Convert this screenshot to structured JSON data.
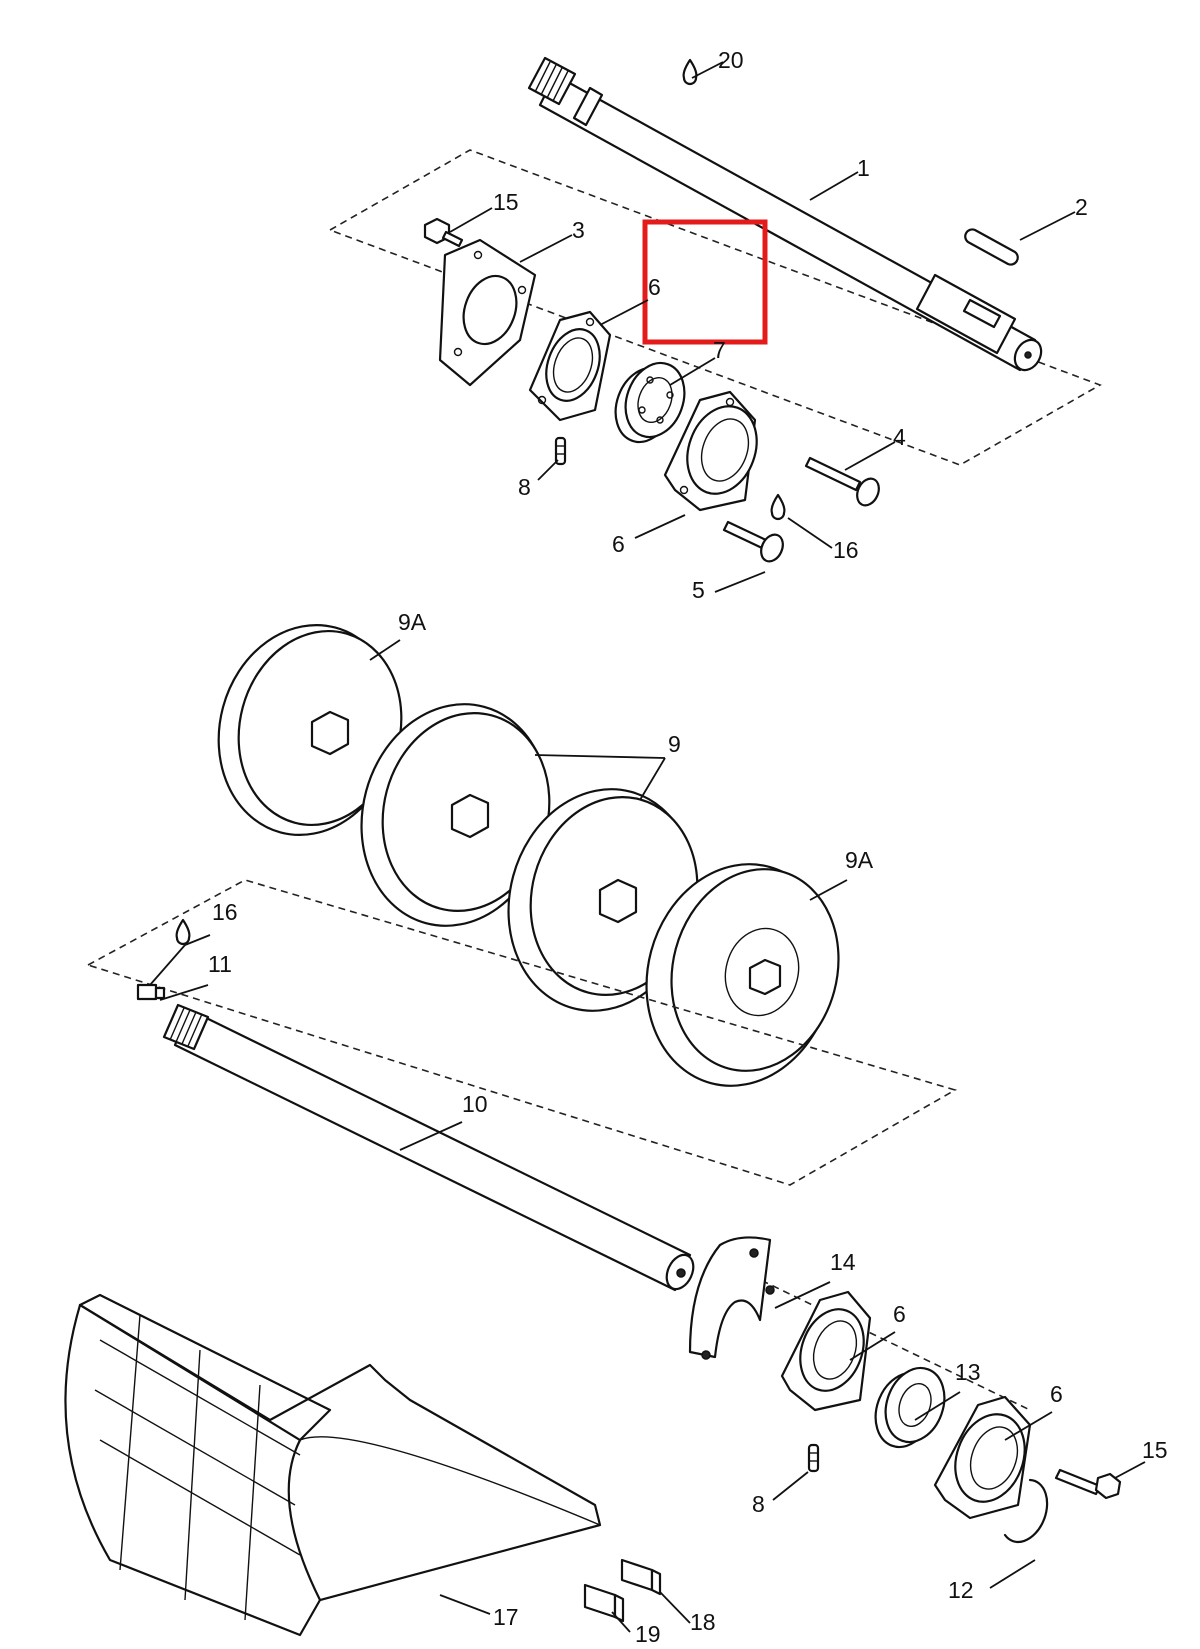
{
  "diagram": {
    "highlight_color": "#e31b1b",
    "callouts": {
      "c20": "20",
      "c1": "1",
      "c2": "2",
      "c15_top": "15",
      "c3": "3",
      "c6_highlight": "6",
      "c7": "7",
      "c4": "4",
      "c8_top": "8",
      "c6_mid": "6",
      "c16_top": "16",
      "c5": "5",
      "c9A_top": "9A",
      "c9": "9",
      "c9A_mid": "9A",
      "c16_mid": "16",
      "c11": "11",
      "c10": "10",
      "c14": "14",
      "c6_bot1": "6",
      "c13": "13",
      "c6_bot2": "6",
      "c15_bot": "15",
      "c8_bot": "8",
      "c12": "12",
      "c18": "18",
      "c19": "19",
      "c17": "17"
    }
  }
}
